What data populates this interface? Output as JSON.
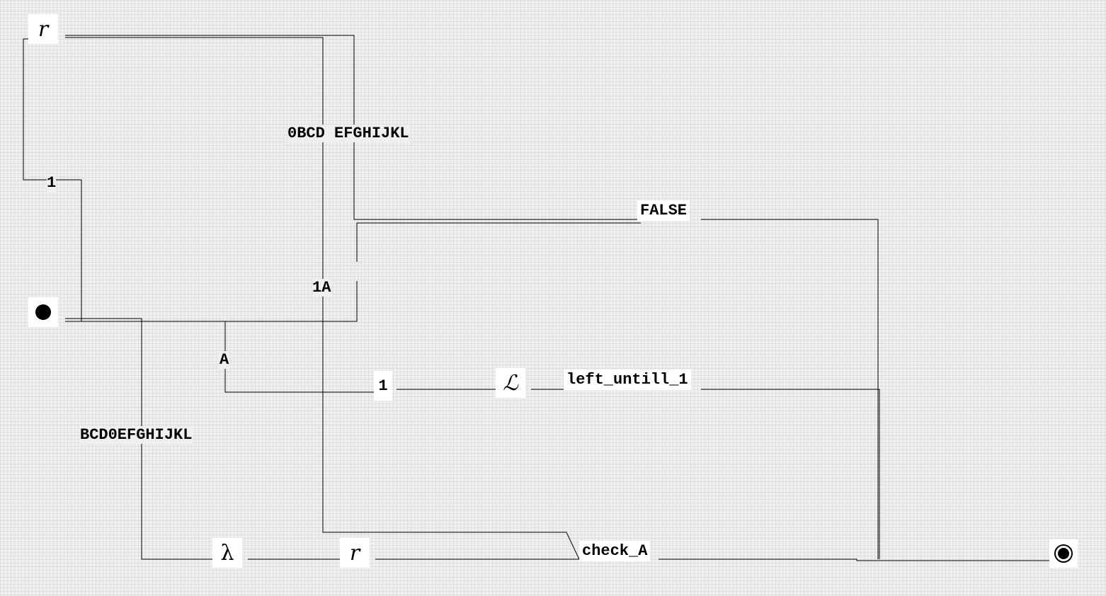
{
  "nodes": {
    "start": "",
    "r_top": "r",
    "lambda": "λ",
    "r_bottom": "r",
    "L_node": "ℒ",
    "one_node": "1",
    "check_A": "check_A",
    "left_untill_1": "left_untill_1",
    "false_node": "FALSE",
    "end": ""
  },
  "edge_labels": {
    "top_chars": "0BCD EFGHIJKL",
    "loop_one": "1",
    "one_a": "1A",
    "a": "A",
    "bottom_chars": "BCD0EFGHIJKL"
  }
}
